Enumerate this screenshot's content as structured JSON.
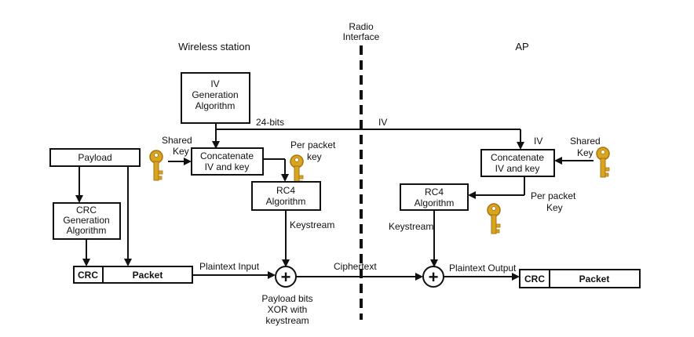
{
  "headers": {
    "radio_line1": "Radio",
    "radio_line2": "Interface",
    "wireless_station": "Wireless station",
    "ap": "AP"
  },
  "station": {
    "iv_gen_line1": "IV",
    "iv_gen_line2": "Generation",
    "iv_gen_line3": "Algorithm",
    "bits_label": "24-bits",
    "shared_key_line1": "Shared",
    "shared_key_line2": "Key",
    "concat_line1": "Concatenate",
    "concat_line2": "IV and key",
    "per_packet_line1": "Per  packet",
    "per_packet_line2": "key",
    "rc4_line1": "RC4",
    "rc4_line2": "Algorithm",
    "keystream": "Keystream",
    "payload": "Payload",
    "crc_gen_line1": "CRC",
    "crc_gen_line2": "Generation",
    "crc_gen_line3": "Algorithm",
    "crc": "CRC",
    "packet": "Packet",
    "plaintext_input": "Plaintext Input",
    "xor_caption_line1": "Payload bits",
    "xor_caption_line2": "XOR with",
    "xor_caption_line3": "keystream",
    "xor_symbol": "+"
  },
  "link": {
    "iv_mid": "IV",
    "ciphertext": "Ciphertext"
  },
  "ap": {
    "iv_label": "IV",
    "shared_key_line1": "Shared",
    "shared_key_line2": "Key",
    "concat_line1": "Concatenate",
    "concat_line2": "IV and key",
    "per_packet_line1": "Per  packet",
    "per_packet_line2": "Key",
    "rc4_line1": "RC4",
    "rc4_line2": "Algorithm",
    "keystream": "Keystream",
    "xor_symbol": "+",
    "plaintext_output": "Plaintext Output",
    "crc": "CRC",
    "packet": "Packet"
  },
  "colors": {
    "key_gold": "#d9a520",
    "key_dark": "#a87410",
    "line": "#111111"
  },
  "icons": {
    "key": "key-icon"
  }
}
